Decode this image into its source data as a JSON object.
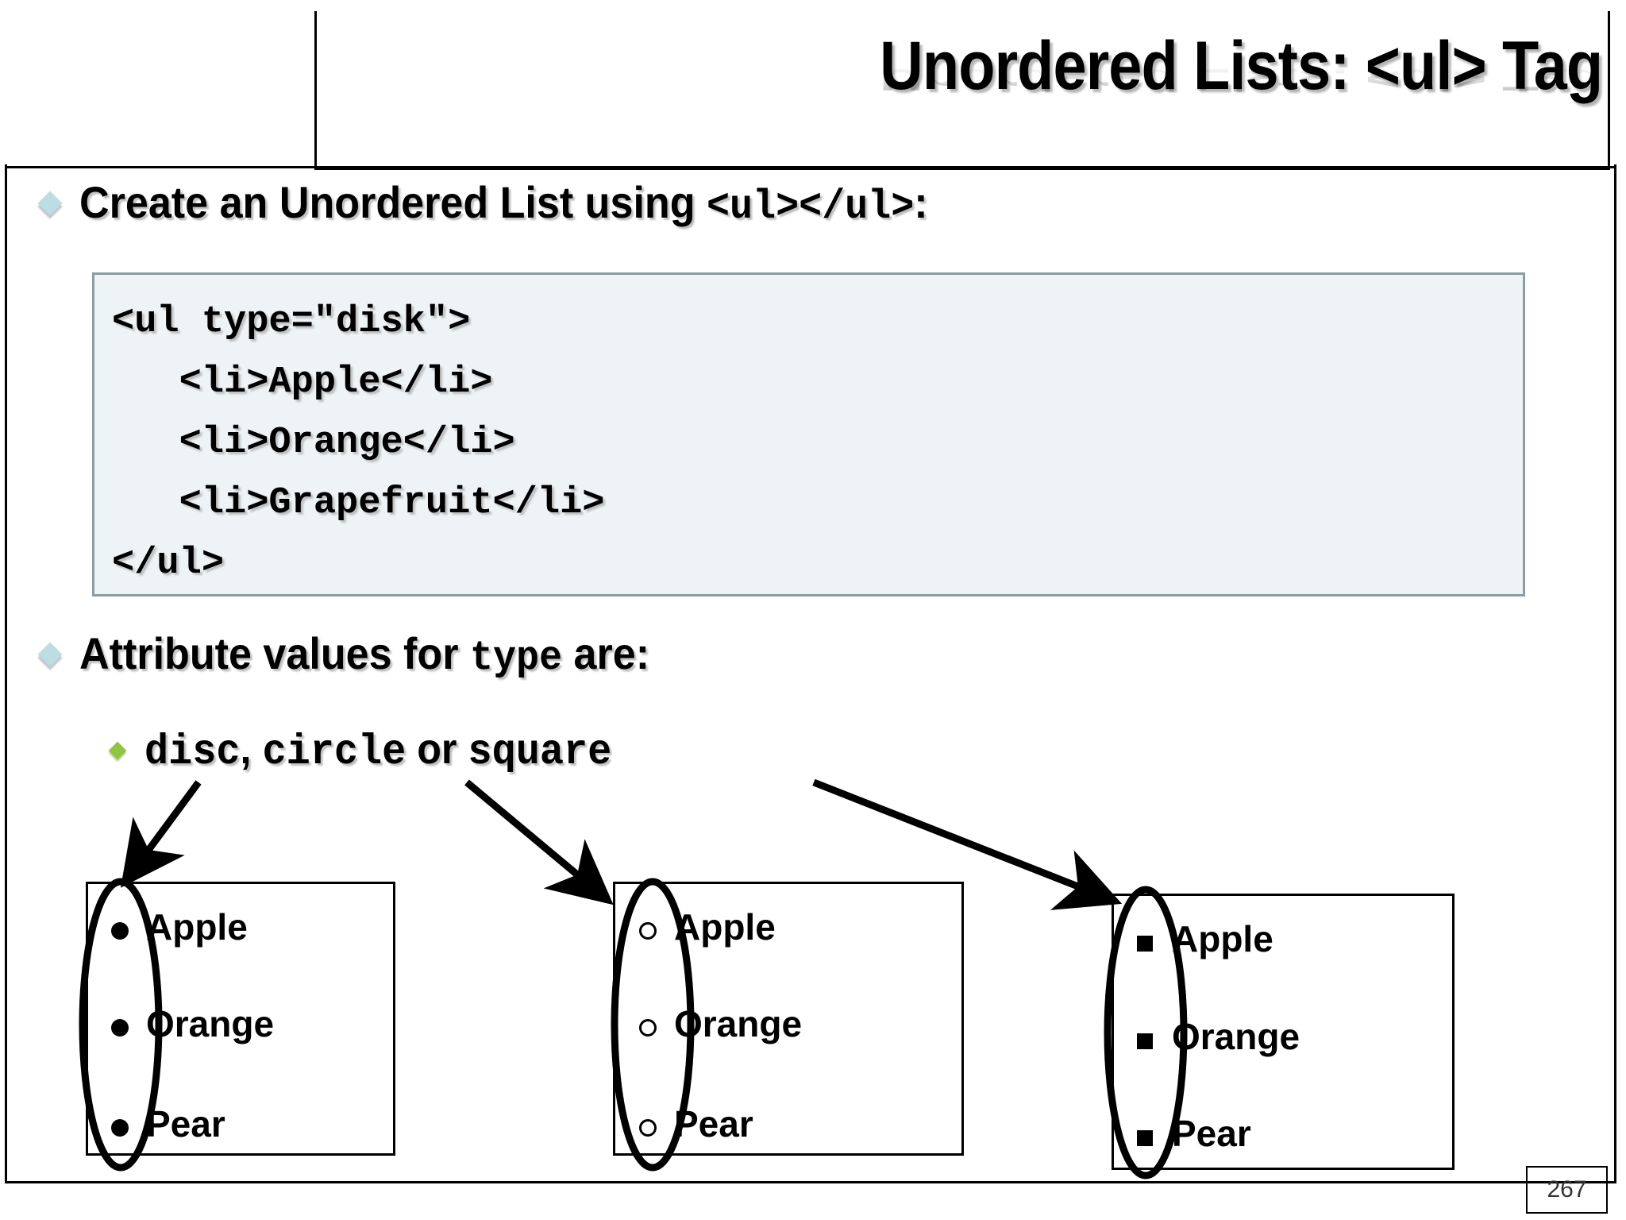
{
  "slide": {
    "title": "Unordered Lists: <ul> Tag",
    "page_number": "267"
  },
  "bullets": {
    "first": {
      "marker": "light-blue-diamond",
      "marker_color": "#bcdde3",
      "text_before": "Create an Unordered List using ",
      "code": "<ul></ul>",
      "text_after": ":"
    },
    "second": {
      "marker": "light-blue-diamond",
      "marker_color": "#bcdde3",
      "text_before": "Attribute values for ",
      "code": "type",
      "text_after": " are:"
    },
    "third": {
      "marker": "green-diamond",
      "marker_color": "#8ec63f",
      "code1": "disc",
      "sep1": ", ",
      "code2": "circle",
      "sep2": " or ",
      "code3": "square"
    }
  },
  "code_block": {
    "background": "#eef4f5",
    "border": "#8a9da3",
    "lines": [
      "<ul type=\"disk\">",
      "   <li>Apple</li>",
      "   <li>Orange</li>",
      "   <li>Grapefruit</li>",
      "</ul>"
    ]
  },
  "examples": [
    {
      "name": "disc-example",
      "marker_type": "disc",
      "items": [
        "Apple",
        "Orange",
        "Pear"
      ]
    },
    {
      "name": "circle-example",
      "marker_type": "circle",
      "items": [
        "Apple",
        "Orange",
        "Pear"
      ]
    },
    {
      "name": "square-example",
      "marker_type": "square",
      "items": [
        "Apple",
        "Orange",
        "Pear"
      ]
    }
  ],
  "annotations": {
    "arrows": [
      {
        "name": "arrow-disc",
        "from": "disc-keyword",
        "to": "disc-example"
      },
      {
        "name": "arrow-circle",
        "from": "circle-keyword",
        "to": "circle-example"
      },
      {
        "name": "arrow-square",
        "from": "square-keyword",
        "to": "square-example"
      }
    ],
    "ellipses": [
      {
        "name": "ellipse-disc-markers"
      },
      {
        "name": "ellipse-circle-markers"
      },
      {
        "name": "ellipse-square-markers"
      }
    ]
  }
}
